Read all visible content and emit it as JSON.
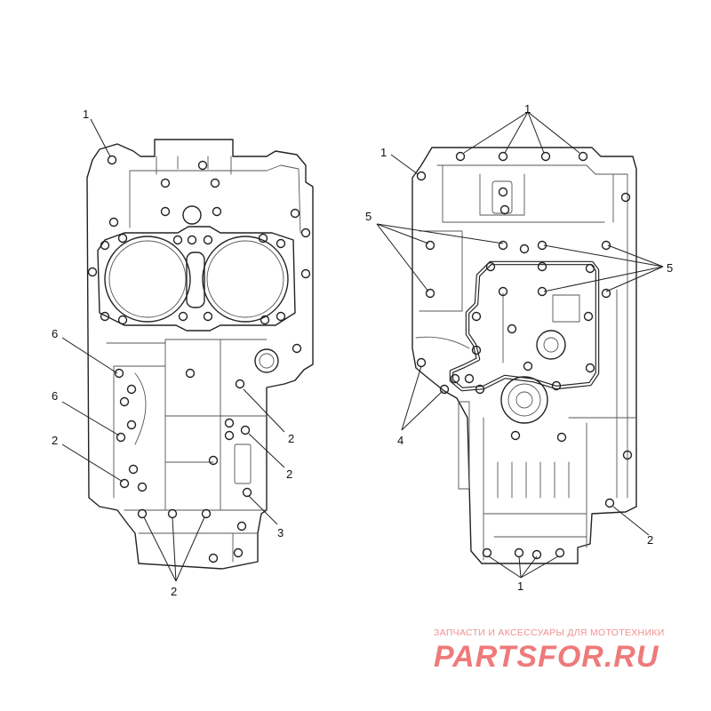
{
  "callouts": {
    "left": {
      "c1": "1",
      "c6a": "6",
      "c6b": "6",
      "c2a": "2",
      "c2b": "2",
      "c2c": "2",
      "c3": "3",
      "c2d": "2"
    },
    "right": {
      "c1top": "1",
      "c1left": "1",
      "c5left": "5",
      "c5right": "5",
      "c4": "4",
      "c2": "2",
      "c1bottom": "1"
    }
  },
  "watermark": {
    "tagline": "ЗАПЧАСТИ И АКСЕССУАРЫ ДЛЯ МОТОТЕХНИКИ",
    "logo": "PARTSFOR.RU"
  },
  "colors": {
    "line": "#222222",
    "watermark": "#ef7a7a"
  }
}
